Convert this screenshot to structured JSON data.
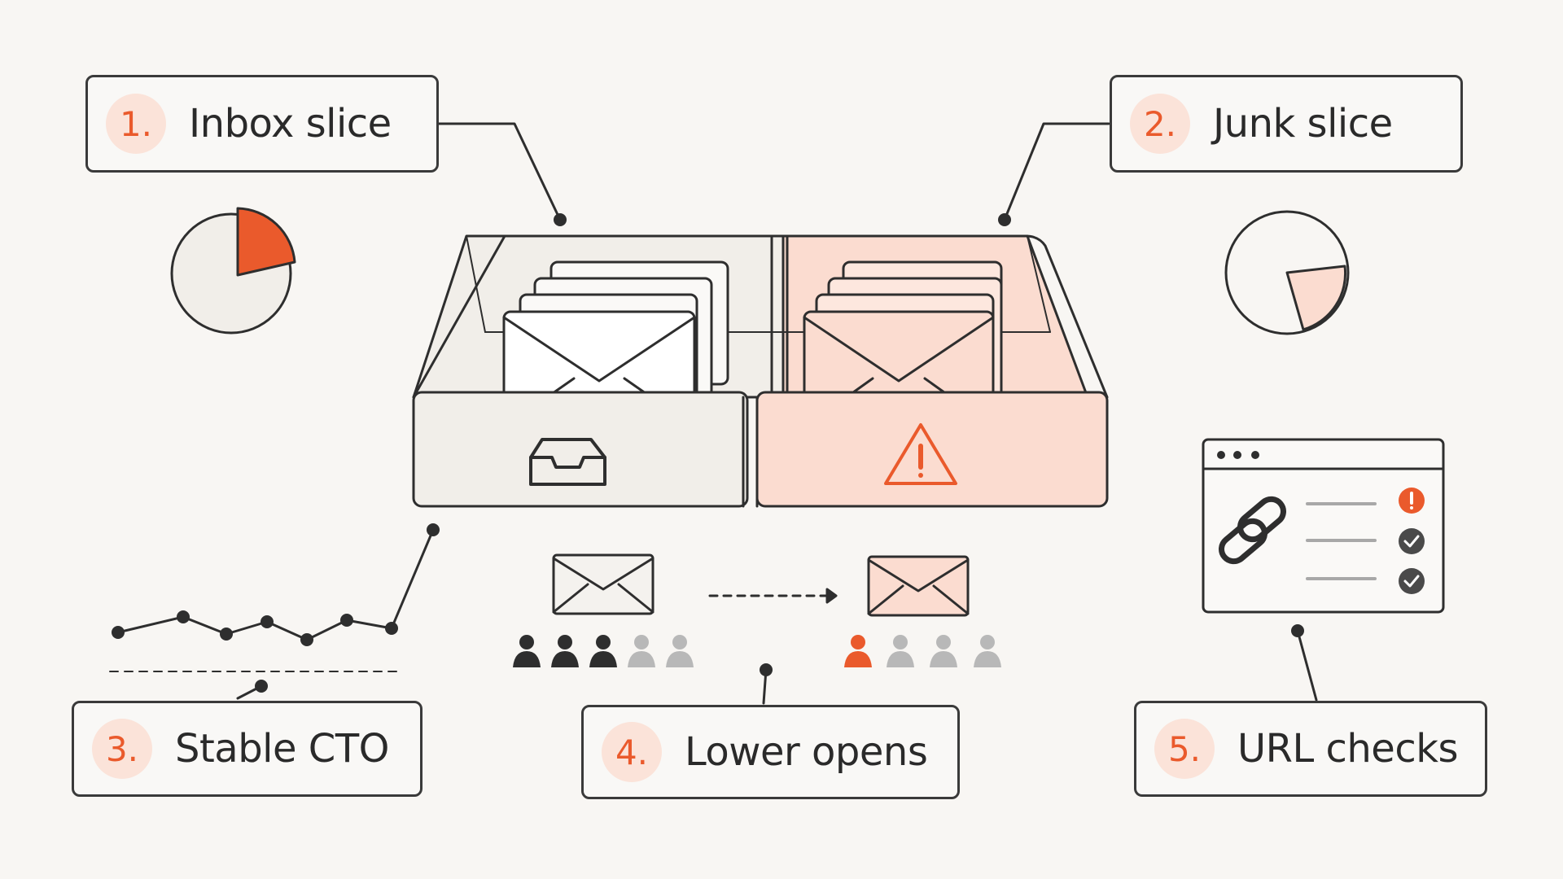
{
  "colors": {
    "ink": "#2e2e2e",
    "accent": "#ea5a2c",
    "inbox_fill": "#f1eee9",
    "junk_fill": "#fbdcd0",
    "badge_fill": "#fbe3d9",
    "muted_person": "#b8b8b8"
  },
  "callouts": [
    {
      "number": "1.",
      "label": "Inbox slice"
    },
    {
      "number": "2.",
      "label": "Junk slice"
    },
    {
      "number": "3.",
      "label": "Stable CTO"
    },
    {
      "number": "4.",
      "label": "Lower opens"
    },
    {
      "number": "5.",
      "label": "URL checks"
    }
  ],
  "icons": {
    "inbox_drawer": "inbox-tray-icon",
    "junk_drawer": "warning-triangle-icon",
    "url_panel": "chain-link-icon",
    "check_status": [
      "alert-icon",
      "check-icon",
      "check-icon"
    ]
  },
  "opens": {
    "inbox_people": {
      "total": 5,
      "highlighted": 3
    },
    "junk_people": {
      "total": 4,
      "highlighted": 1
    }
  }
}
